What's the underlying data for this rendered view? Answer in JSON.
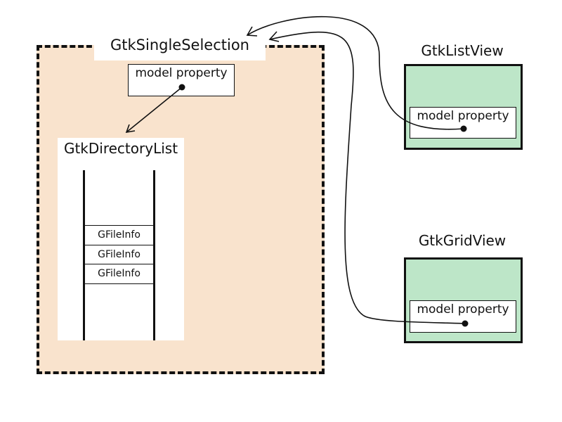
{
  "single_selection": {
    "title": "GtkSingleSelection",
    "model_label": "model property"
  },
  "directory_list": {
    "title": "GtkDirectoryList",
    "items": [
      "GFileInfo",
      "GFileInfo",
      "GFileInfo"
    ]
  },
  "list_view": {
    "title": "GtkListView",
    "model_label": "model property"
  },
  "grid_view": {
    "title": "GtkGridView",
    "model_label": "model property"
  },
  "colors": {
    "selection_fill": "#f9e3cd",
    "view_fill": "#bde6c8",
    "stroke": "#111111"
  }
}
